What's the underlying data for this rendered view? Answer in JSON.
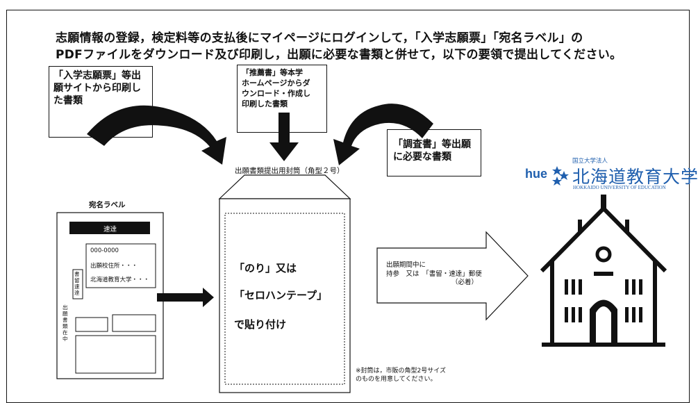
{
  "header": {
    "line1": "志願情報の登録，検定料等の支払後にマイページにログインして，「入学志願票」「宛名ラベル」の",
    "line2": "PDFファイルをダウンロード及び印刷し，出願に必要な書類と併せて，以下の要領で提出してください。"
  },
  "boxes": {
    "application_form": [
      "「入学志願票」等出",
      "願サイトから印刷し",
      "た書類"
    ],
    "recommendation": [
      "「推薦書」等本学",
      "ホームページからダ",
      "ウンロード・作成し",
      "印刷した書類"
    ],
    "research_report": [
      "「調査書」等出願",
      "に必要な書類"
    ]
  },
  "envelope": {
    "title": "出願書類提出用封筒（角型２号）",
    "line1": "「のり」又は",
    "line2": "「セロハンテープ」",
    "line3": "で貼り付け",
    "note1": "※封筒は，市販の角型2号サイズ",
    "note2": "のものを用意してください。"
  },
  "label": {
    "title": "宛名ラベル",
    "badge": "速達",
    "postal": "000-0000",
    "address": "出願校住所・・・",
    "university": "北海道教育大学・・・",
    "vertical1": "書留速達",
    "vertical2": "出願書類在中"
  },
  "delivery": {
    "line1": "出願期間中に",
    "line2": "持参　又は　「書留・速達」郵便",
    "line3": "（必着）"
  },
  "logo": {
    "hue": "hue",
    "sub": "国立大学法人",
    "name": "北海道教育大学",
    "english": "HOKKAIDO UNIVERSITY OF EDUCATION",
    "accent": "#1f5fae"
  }
}
